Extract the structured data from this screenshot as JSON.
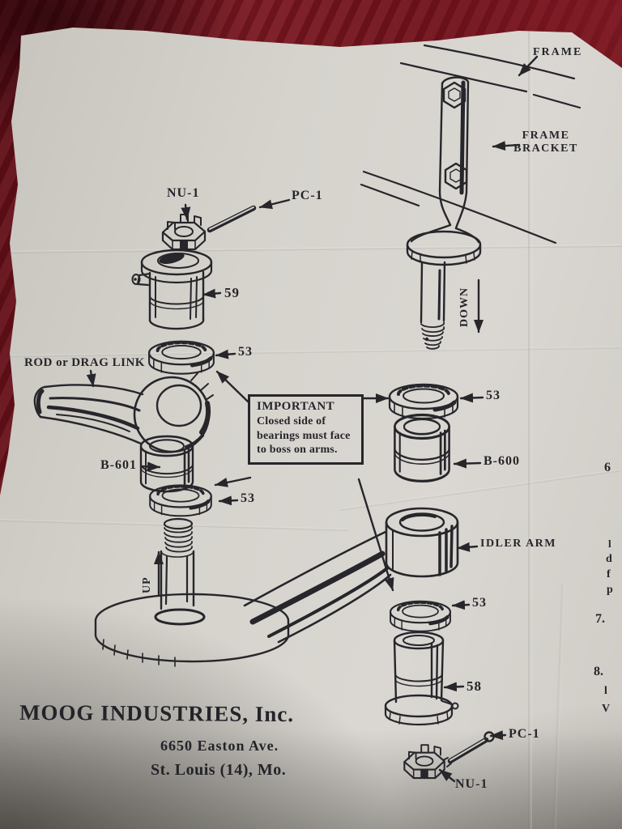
{
  "photo": {
    "background_color": "#6d1019",
    "paper_color": "#d2cfc9",
    "ink_color": "#26262b"
  },
  "diagram": {
    "callouts": {
      "frame": "FRAME",
      "frame_bracket_line1": "FRAME",
      "frame_bracket_line2": "BRACKET",
      "nu1_top": "NU-1",
      "pc1_top": "PC-1",
      "p59": "59",
      "p53_top_left": "53",
      "rod": "ROD or DRAG LINK",
      "b601": "B-601",
      "p53_lower_left": "53",
      "p53_right": "53",
      "b600": "B-600",
      "idler_arm": "IDLER ARM",
      "p53_bottom": "53",
      "p58": "58",
      "pc1_bottom": "PC-1",
      "nu1_bottom": "NU-1"
    },
    "direction_labels": {
      "down": "DOWN",
      "up": "UP"
    },
    "important_note": {
      "title": "IMPORTANT",
      "body": "Closed side of bearings must face to boss on arms."
    }
  },
  "footer": {
    "company": "MOOG INDUSTRIES, Inc.",
    "address_line1": "6650 Easton Ave.",
    "address_line2": "St. Louis (14), Mo."
  },
  "edge_fragments": [
    {
      "text": "6"
    },
    {
      "text": "l"
    },
    {
      "text": "d"
    },
    {
      "text": "f"
    },
    {
      "text": "p"
    },
    {
      "text": "7."
    },
    {
      "text": "8."
    },
    {
      "text": "l"
    },
    {
      "text": "V"
    }
  ]
}
